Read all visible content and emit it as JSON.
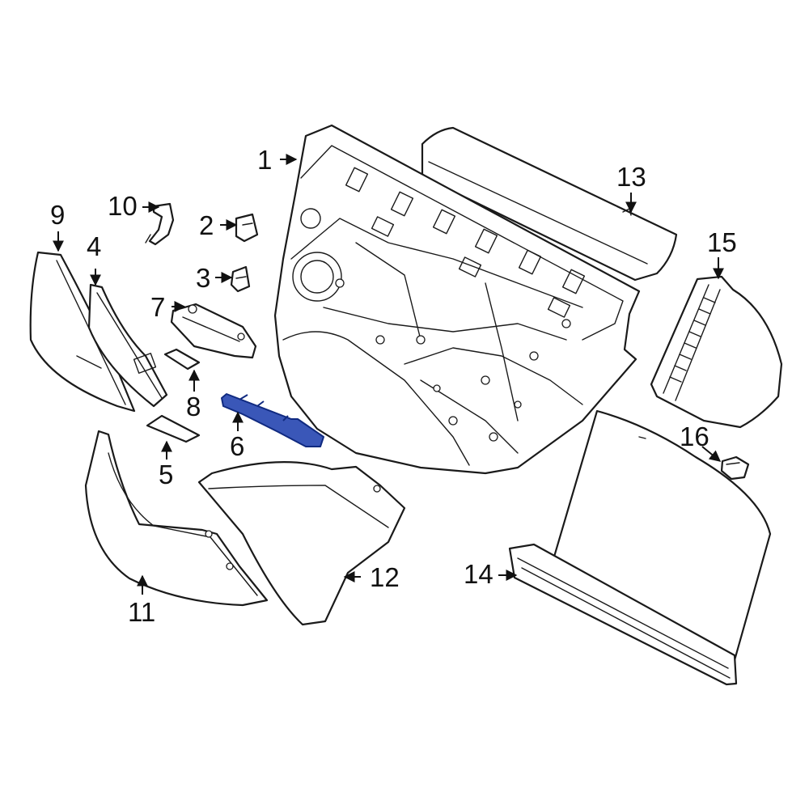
{
  "accent_color": "#3a57b8",
  "callouts": [
    {
      "id": "1",
      "label": "1"
    },
    {
      "id": "2",
      "label": "2"
    },
    {
      "id": "3",
      "label": "3"
    },
    {
      "id": "4",
      "label": "4"
    },
    {
      "id": "5",
      "label": "5"
    },
    {
      "id": "6",
      "label": "6",
      "highlighted": true
    },
    {
      "id": "7",
      "label": "7"
    },
    {
      "id": "8",
      "label": "8"
    },
    {
      "id": "9",
      "label": "9"
    },
    {
      "id": "10",
      "label": "10"
    },
    {
      "id": "11",
      "label": "11"
    },
    {
      "id": "12",
      "label": "12"
    },
    {
      "id": "13",
      "label": "13"
    },
    {
      "id": "14",
      "label": "14"
    },
    {
      "id": "15",
      "label": "15"
    },
    {
      "id": "16",
      "label": "16"
    }
  ]
}
